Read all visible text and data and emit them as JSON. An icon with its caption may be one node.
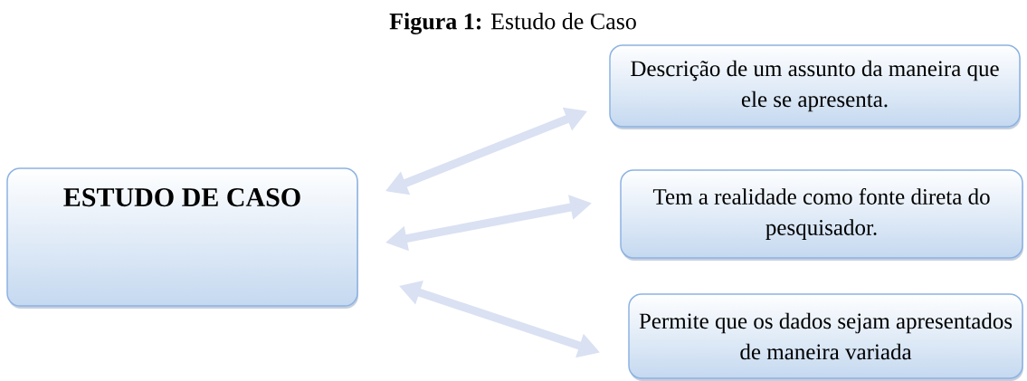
{
  "diagram": {
    "title": "**Figura 1:** Estudo de Caso",
    "nodes": [
      {
        "text": [
          "ESTUDO DE CASO"
        ]
      },
      {
        "text": [
          "Descrição de um assunto da maneira que ele se apresenta."
        ]
      },
      {
        "text": [
          "Tem a realidade como fonte direta do pesquisador."
        ]
      },
      {
        "text": [
          "Permite que os dados sejam apresentados de maneira variada"
        ]
      }
    ],
    "edges": [
      {
        "from": 0,
        "to": 1,
        "arrow": "both"
      },
      {
        "from": 0,
        "to": 2,
        "arrow": "both"
      },
      {
        "from": 0,
        "to": 3,
        "arrow": "both"
      }
    ]
  }
}
